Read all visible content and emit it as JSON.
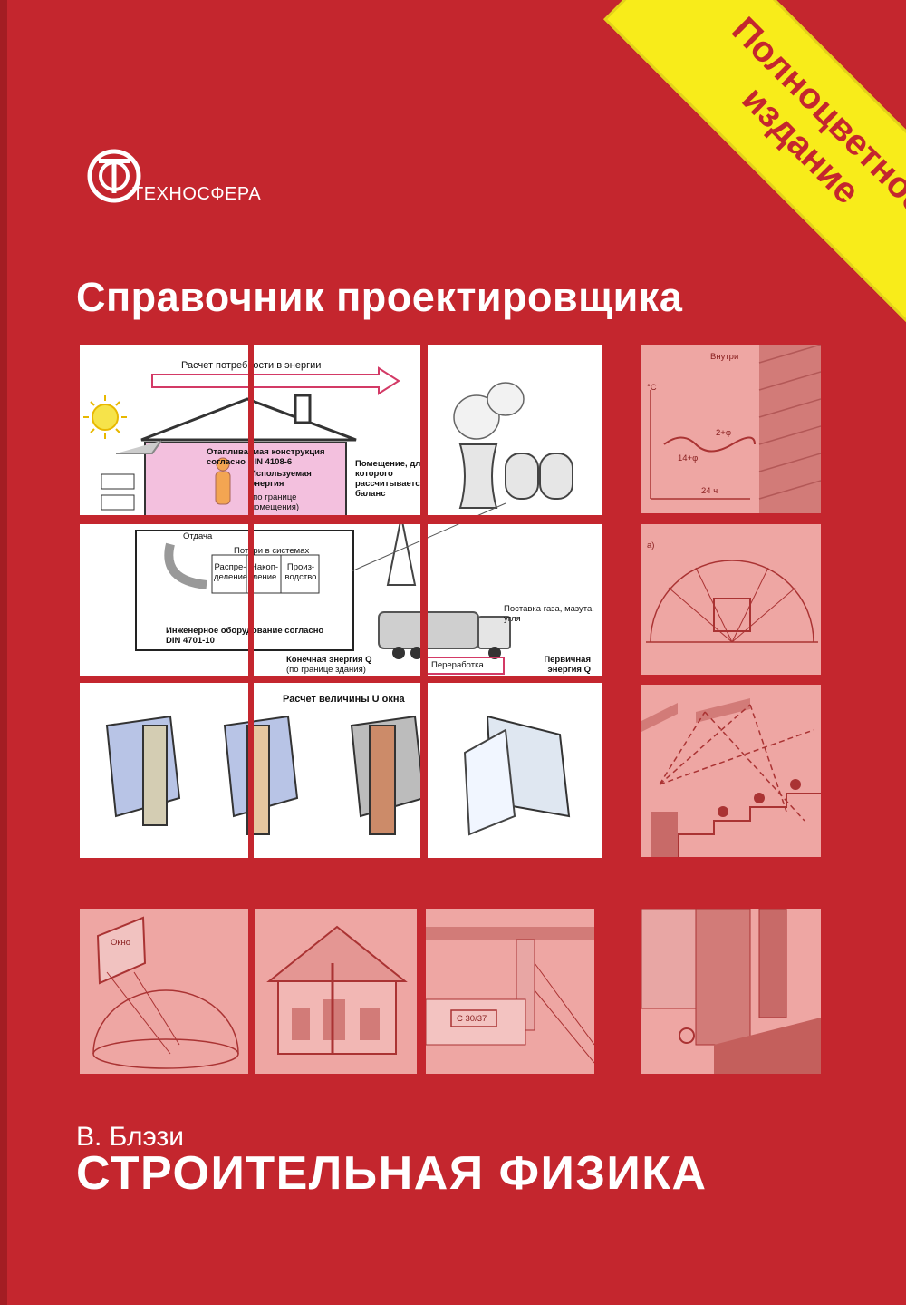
{
  "publisher": {
    "name": "ТЕХНОСФЕРА"
  },
  "badge": {
    "text": "Полноцветное издание"
  },
  "series_title": "Справочник проектировщика",
  "author": "В. Блэзи",
  "book_title": "СТРОИТЕЛЬНАЯ ФИЗИКА",
  "diagram": {
    "arrow_label": "Расчет потребности в энергии",
    "heated_construction": "Отапливаемая конструкция согласно DIN 4108-6",
    "used_energy": "Используемая энергия",
    "used_energy_note": "(по границе помещения)",
    "room_balance": "Помещение, для которого рассчитывается баланс",
    "output": "Отдача",
    "system_losses": "Потери в системах",
    "distribution": "Распре-деление",
    "storage": "Накоп-ление",
    "production": "Произ-водство",
    "engineering": "Инженерное оборудование согласно DIN 4701-10",
    "final_energy": "Конечная энергия Q",
    "final_energy_note": "(по границе здания)",
    "processing": "Переработка",
    "primary_energy": "Первичная энергия Q",
    "supply": "Поставка газа, мазута, угля",
    "window_title": "Расчет величины U окна",
    "inside": "Внутри",
    "temp_unit": "°C",
    "phi_label": "2+φ",
    "phi14": "14+φ",
    "hours24": "24 ч",
    "panel_a": "а)",
    "concrete": "С 30/37",
    "window_label": "Окно"
  },
  "colors": {
    "cover_red": "#c4262e",
    "badge_yellow": "#f8ec1a",
    "pink_panel": "#eea6a3"
  }
}
